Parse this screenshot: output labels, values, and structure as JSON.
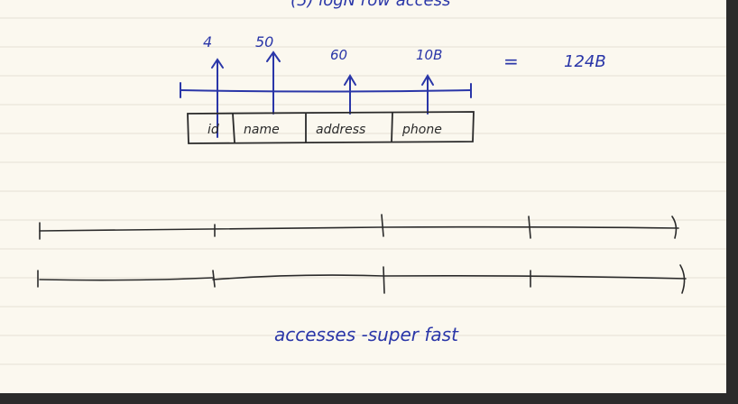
{
  "header": {
    "partial_text": "(5)  logN  row  access"
  },
  "top_sizes": {
    "id": "4",
    "name": "50",
    "address": "60",
    "phone": "10B"
  },
  "total": {
    "equals": "=",
    "value": "124B"
  },
  "row_fields": {
    "id": "id",
    "name": "name",
    "address": "address",
    "phone": "phone"
  },
  "caption": "accesses  -super fast",
  "colors": {
    "paper": "#fbf8ef",
    "rule_line": "#e6e1d6",
    "ink_blue": "#2a36a8",
    "ink_dark": "#2a2a2a",
    "frame": "#2b2b2b"
  }
}
